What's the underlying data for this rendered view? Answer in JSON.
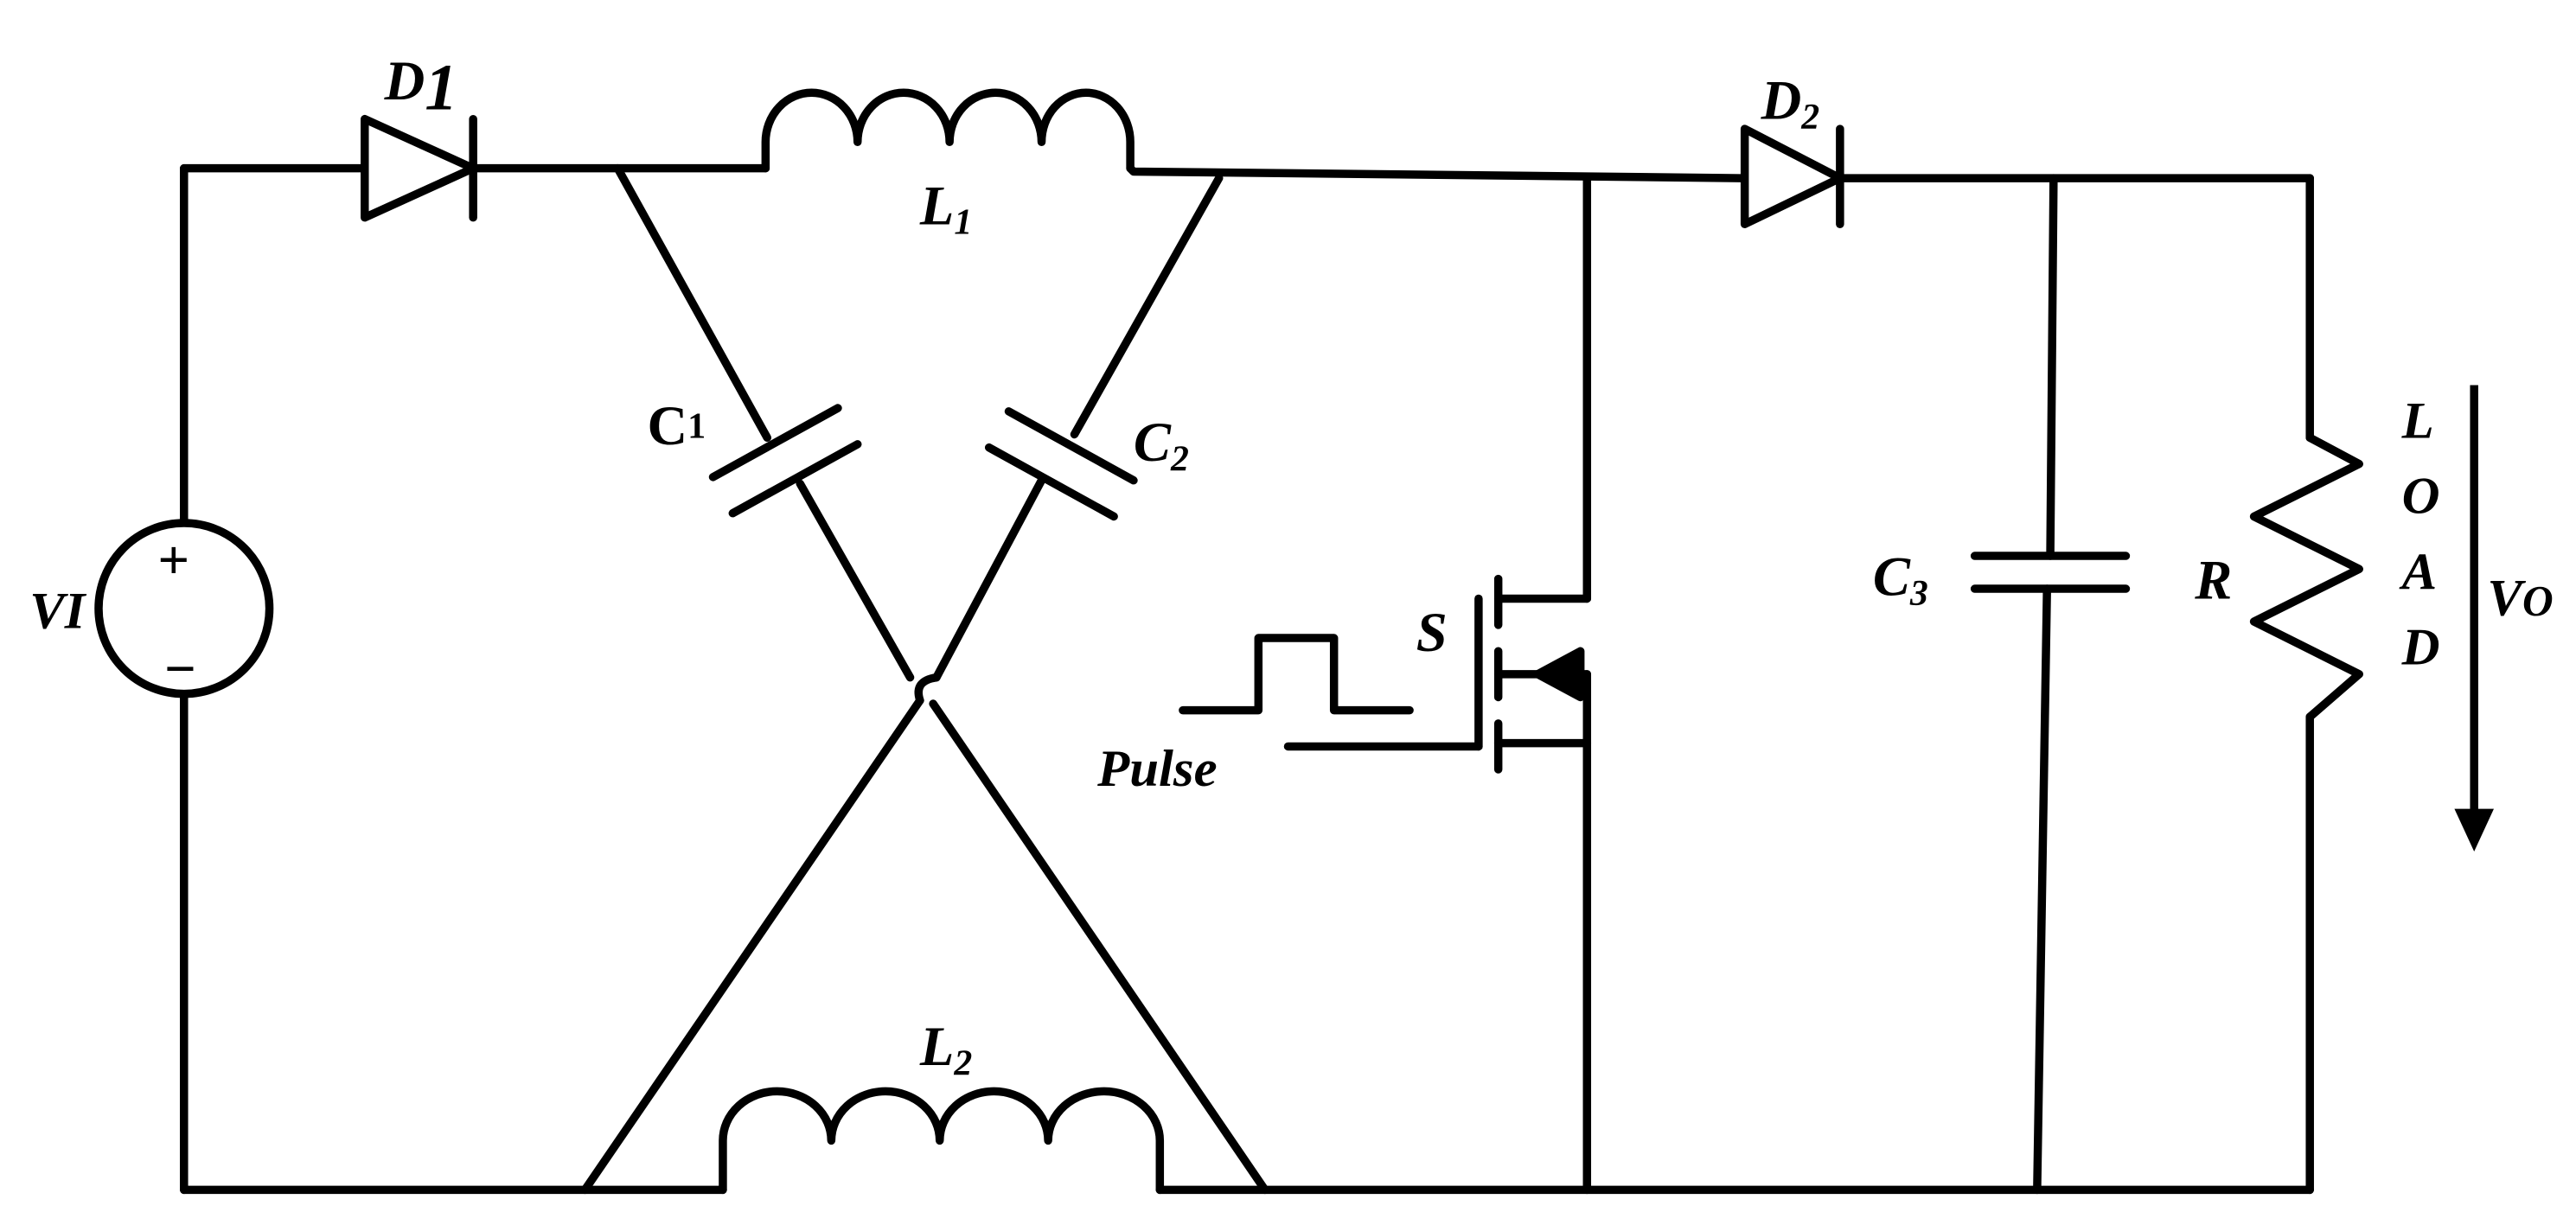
{
  "labels": {
    "d1": {
      "main": "D",
      "sub": "1"
    },
    "d2": {
      "main": "D",
      "sub": "2"
    },
    "l1": {
      "main": "L",
      "sub": "1"
    },
    "l2": {
      "main": "L",
      "sub": "2"
    },
    "c1": {
      "main": "C",
      "sub": "1"
    },
    "c2": {
      "main": "C",
      "sub": "2"
    },
    "c3": {
      "main": "C",
      "sub": "3"
    },
    "vi": "VI",
    "plus": "+",
    "minus": "−",
    "s": "S",
    "pulse": "Pulse",
    "r": "R",
    "load": [
      "L",
      "O",
      "A",
      "D"
    ],
    "vo": {
      "main": "V",
      "sub": "O"
    }
  },
  "colors": {
    "stroke": "#000000",
    "background": "#ffffff"
  }
}
